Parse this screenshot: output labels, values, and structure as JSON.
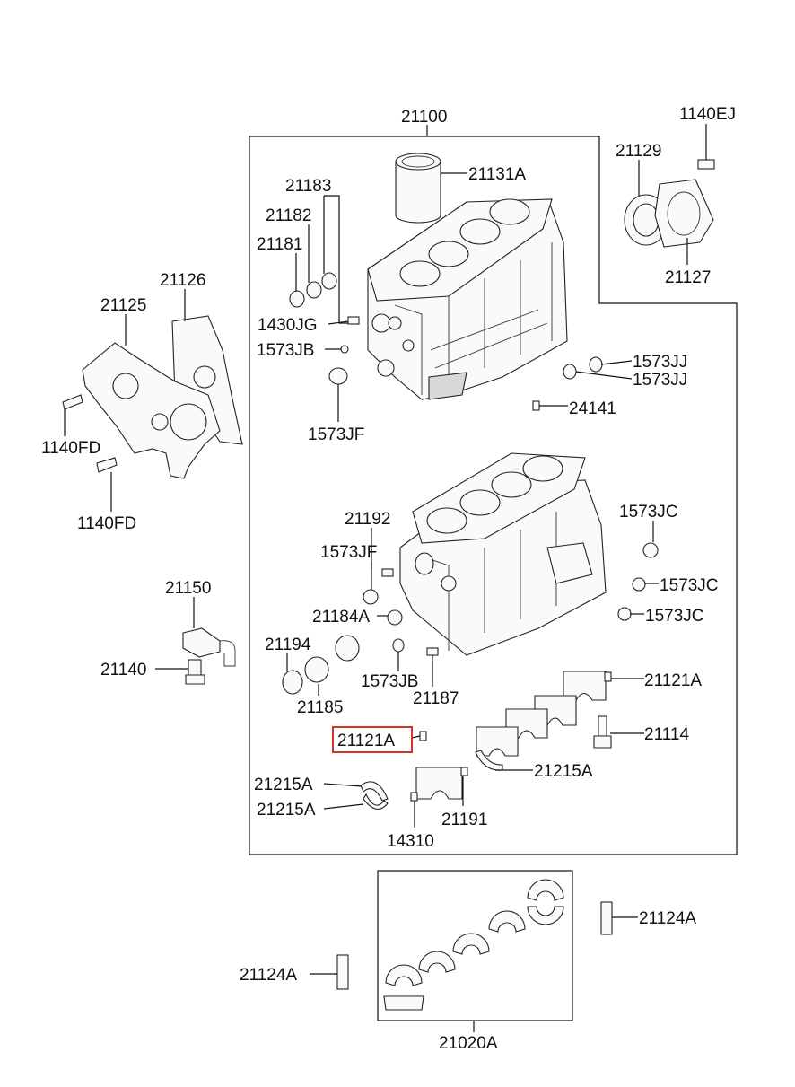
{
  "labels": {
    "l_21100": "21100",
    "l_1140EJ": "1140EJ",
    "l_21129": "21129",
    "l_21131A": "21131A",
    "l_21183": "21183",
    "l_21182": "21182",
    "l_21181": "21181",
    "l_21127": "21127",
    "l_21126": "21126",
    "l_21125": "21125",
    "l_1430JG": "1430JG",
    "l_1573JB_top": "1573JB",
    "l_1573JJ_1": "1573JJ",
    "l_1573JJ_2": "1573JJ",
    "l_1140FD_1": "1140FD",
    "l_24141": "24141",
    "l_1573JF_top": "1573JF",
    "l_1140FD_2": "1140FD",
    "l_1573JC_1": "1573JC",
    "l_21192": "21192",
    "l_1573JF_mid": "1573JF",
    "l_1573JC_2": "1573JC",
    "l_21150": "21150",
    "l_21184A": "21184A",
    "l_1573JC_3": "1573JC",
    "l_21194": "21194",
    "l_21140": "21140",
    "l_1573JB_mid": "1573JB",
    "l_21121A_right": "21121A",
    "l_21185": "21185",
    "l_21187": "21187",
    "l_21121A_hl": "21121A",
    "l_21114": "21114",
    "l_21215A_right": "21215A",
    "l_21215A_1": "21215A",
    "l_21215A_2": "21215A",
    "l_21191": "21191",
    "l_14310": "14310",
    "l_21124A_right": "21124A",
    "l_21124A_left": "21124A",
    "l_21020A": "21020A"
  },
  "highlight": {
    "part": "21121A",
    "color": "#d9322b"
  }
}
